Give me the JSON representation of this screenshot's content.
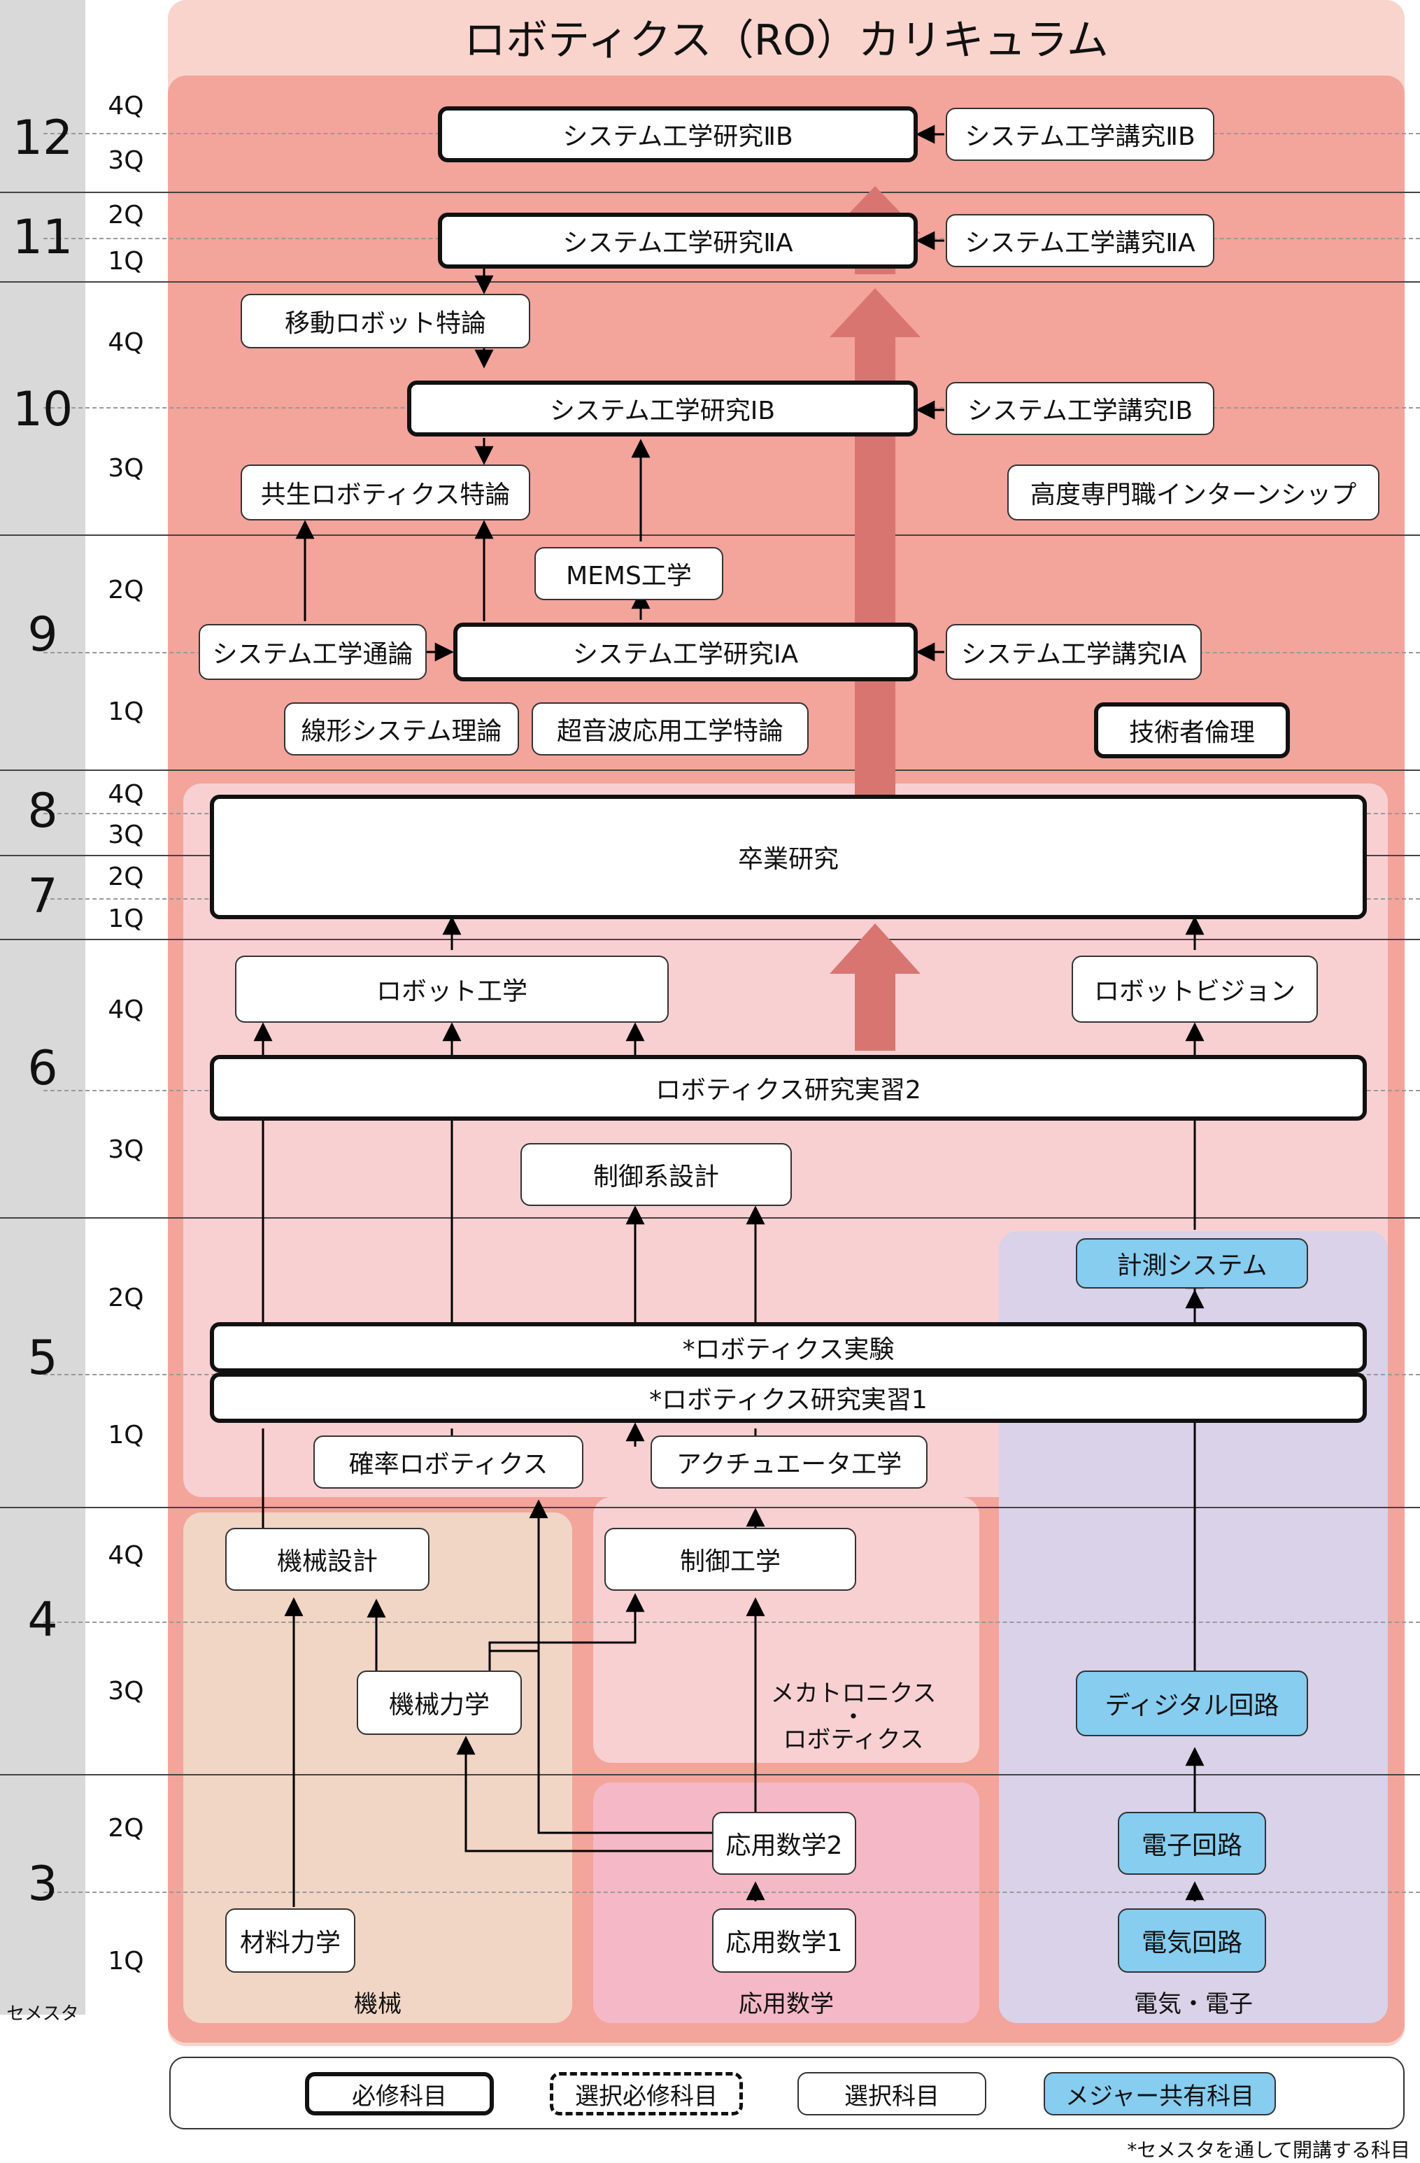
{
  "title": "ロボティクス（RO）カリキュラム",
  "sidebar_caption": "セメスタ",
  "footnote": "*セメスタを通して開講する科目",
  "semesters": [
    {
      "num": "12",
      "upper_q": "4Q",
      "lower_q": "3Q"
    },
    {
      "num": "11",
      "upper_q": "2Q",
      "lower_q": "1Q"
    },
    {
      "num": "10",
      "upper_q": "4Q",
      "lower_q": "3Q"
    },
    {
      "num": "9",
      "upper_q": "2Q",
      "lower_q": "1Q"
    },
    {
      "num": "8",
      "upper_q": "4Q",
      "lower_q": "3Q"
    },
    {
      "num": "7",
      "upper_q": "2Q",
      "lower_q": "1Q"
    },
    {
      "num": "6",
      "upper_q": "4Q",
      "lower_q": "3Q"
    },
    {
      "num": "5",
      "upper_q": "2Q",
      "lower_q": "1Q"
    },
    {
      "num": "4",
      "upper_q": "4Q",
      "lower_q": "3Q"
    },
    {
      "num": "3",
      "upper_q": "2Q",
      "lower_q": "1Q"
    }
  ],
  "regions": {
    "mechanical": "機械",
    "applied_math": "応用数学",
    "mechatronics": [
      "メカトロニクス",
      "・",
      "ロボティクス"
    ],
    "electrical": "電気・電子"
  },
  "courses": {
    "sys_research_2b": "システム工学研究ⅡB",
    "sys_lecture_2b": "システム工学講究ⅡB",
    "sys_research_2a": "システム工学研究ⅡA",
    "sys_lecture_2a": "システム工学講究ⅡA",
    "mobile_robot": "移動ロボット特論",
    "sys_research_1b": "システム工学研究ⅠB",
    "sys_lecture_1b": "システム工学講究ⅠB",
    "symbiotic_robotics": "共生ロボティクス特論",
    "internship": "高度専門職インターンシップ",
    "mems": "MEMS工学",
    "sys_general": "システム工学通論",
    "sys_research_1a": "システム工学研究ⅠA",
    "sys_lecture_1a": "システム工学講究ⅠA",
    "linear_systems": "線形システム理論",
    "ultrasonic": "超音波応用工学特論",
    "ethics": "技術者倫理",
    "graduation_research": "卒業研究",
    "robot_engineering": "ロボット工学",
    "robot_vision": "ロボットビジョン",
    "robotics_practice2": "ロボティクス研究実習2",
    "control_design": "制御系設計",
    "measurement": "計測システム",
    "robotics_experiment": "*ロボティクス実験",
    "robotics_practice1": "*ロボティクス研究実習1",
    "probabilistic_robotics": "確率ロボティクス",
    "actuator": "アクチュエータ工学",
    "machine_design": "機械設計",
    "control_engineering": "制御工学",
    "mechanics": "機械力学",
    "digital_circuit": "ディジタル回路",
    "applied_math2": "応用数学2",
    "electronic_circuit": "電子回路",
    "material_mechanics": "材料力学",
    "applied_math1": "応用数学1",
    "electric_circuit": "電気回路"
  },
  "legend": {
    "required": "必修科目",
    "elective_required": "選択必修科目",
    "elective": "選択科目",
    "major_shared": "メジャー共有科目"
  },
  "colors": {
    "outer_region": "#f9d4cc",
    "graduate_region": "#f3a49b",
    "undergrad_region": "#f8d0d2",
    "mechanical_region": "#f1d5c5",
    "applied_math_region": "#f4b8c6",
    "electrical_region": "#d9d2e8",
    "major_shared_box": "#86cdf0",
    "big_arrow": "#d97571"
  }
}
